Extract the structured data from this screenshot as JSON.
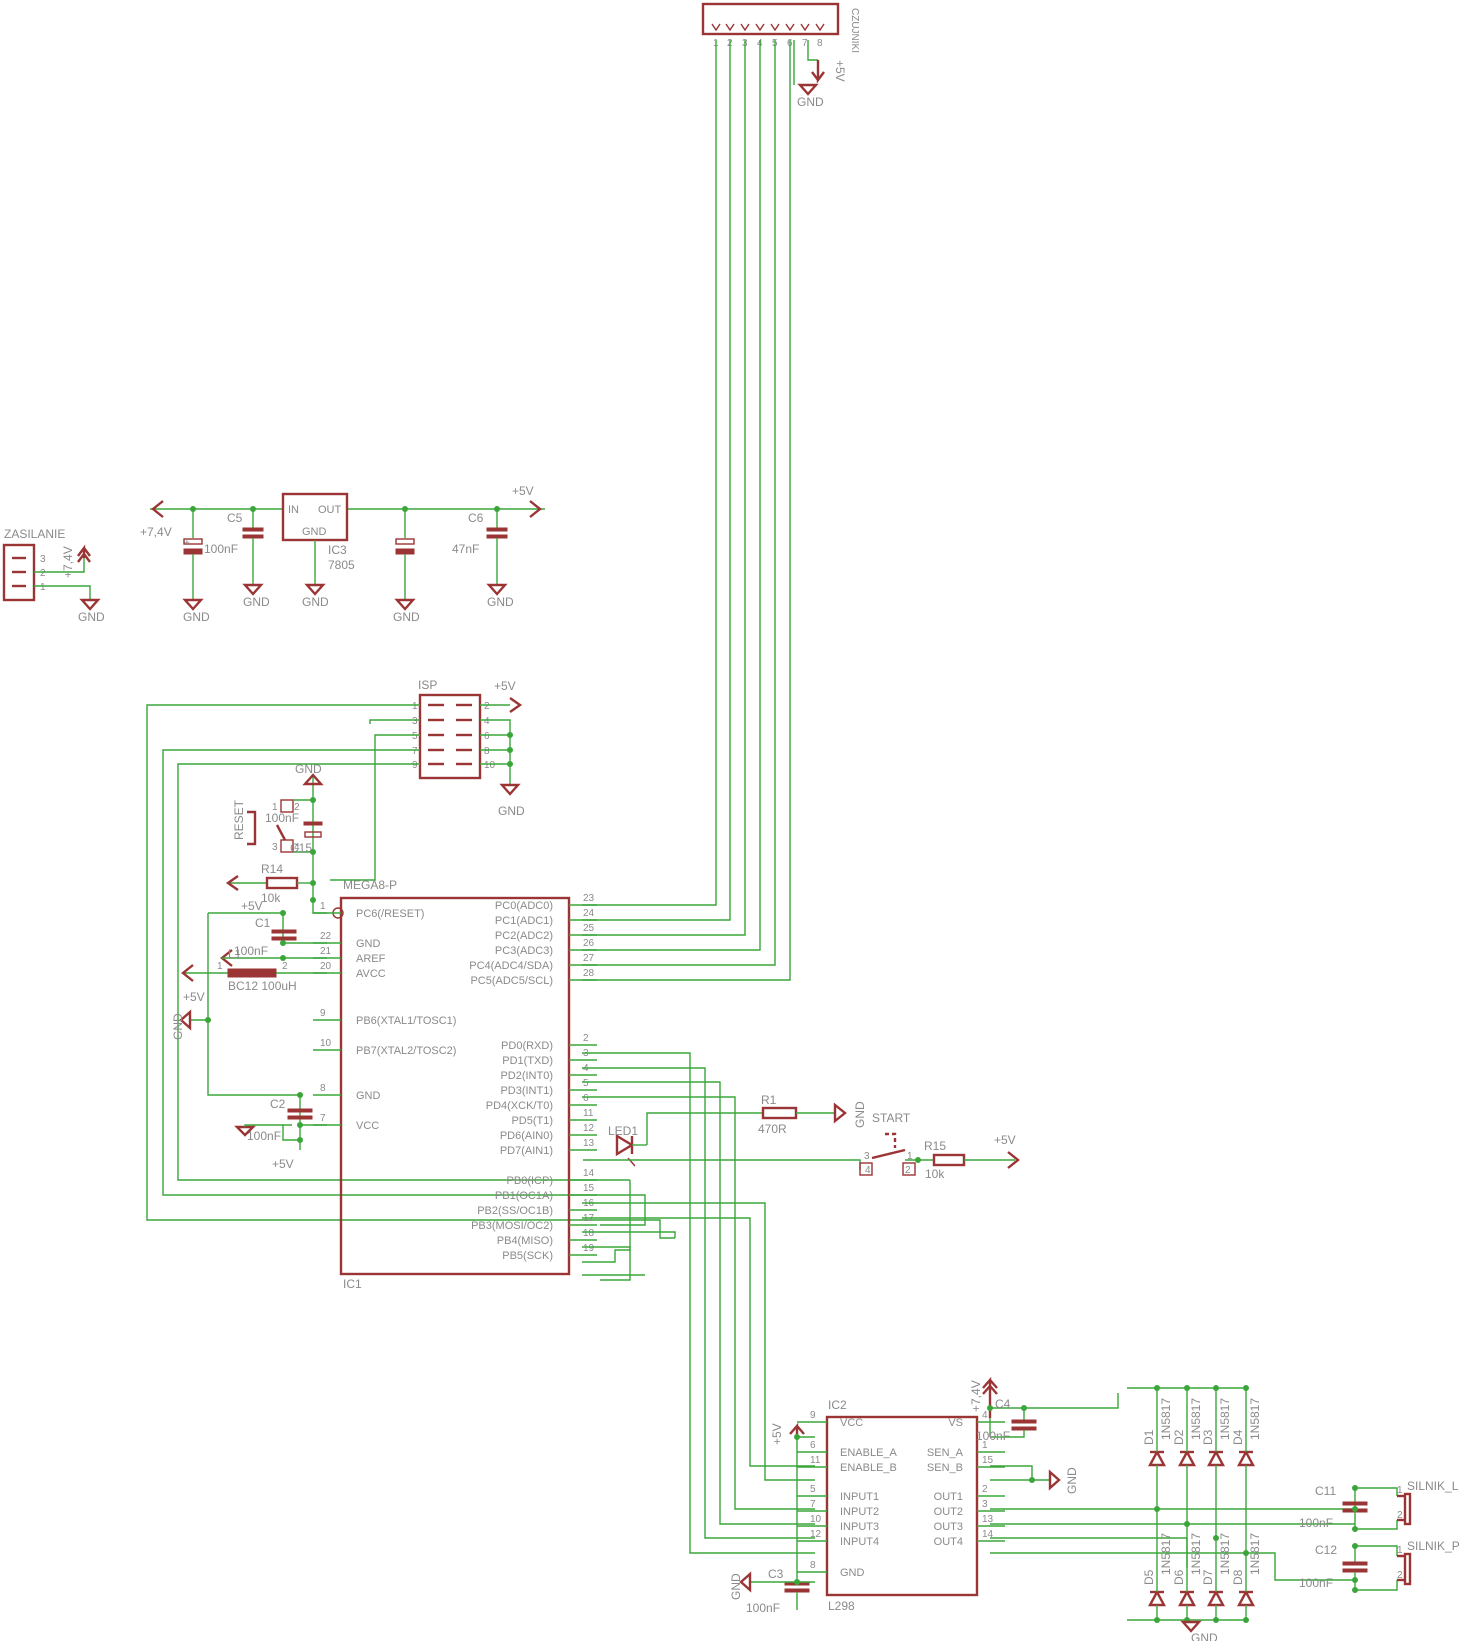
{
  "ic1": {
    "type": "MEGA8-P",
    "name": "IC1",
    "left_pins": [
      {
        "num": "1",
        "name": "PC6(/RESET)"
      },
      {
        "num": "22",
        "name": "GND"
      },
      {
        "num": "21",
        "name": "AREF"
      },
      {
        "num": "20",
        "name": "AVCC"
      },
      {
        "num": "9",
        "name": "PB6(XTAL1/TOSC1)"
      },
      {
        "num": "10",
        "name": "PB7(XTAL2/TOSC2)"
      },
      {
        "num": "8",
        "name": "GND"
      },
      {
        "num": "7",
        "name": "VCC"
      }
    ],
    "right_pins": [
      {
        "num": "23",
        "name": "PC0(ADC0)"
      },
      {
        "num": "24",
        "name": "PC1(ADC1)"
      },
      {
        "num": "25",
        "name": "PC2(ADC2)"
      },
      {
        "num": "26",
        "name": "PC3(ADC3)"
      },
      {
        "num": "27",
        "name": "PC4(ADC4/SDA)"
      },
      {
        "num": "28",
        "name": "PC5(ADC5/SCL)"
      },
      {
        "num": "2",
        "name": "PD0(RXD)"
      },
      {
        "num": "3",
        "name": "PD1(TXD)"
      },
      {
        "num": "4",
        "name": "PD2(INT0)"
      },
      {
        "num": "5",
        "name": "PD3(INT1)"
      },
      {
        "num": "6",
        "name": "PD4(XCK/T0)"
      },
      {
        "num": "11",
        "name": "PD5(T1)"
      },
      {
        "num": "12",
        "name": "PD6(AIN0)"
      },
      {
        "num": "13",
        "name": "PD7(AIN1)"
      },
      {
        "num": "14",
        "name": "PB0(ICP)"
      },
      {
        "num": "15",
        "name": "PB1(OC1A)"
      },
      {
        "num": "16",
        "name": "PB2(SS/OC1B)"
      },
      {
        "num": "17",
        "name": "PB3(MOSI/OC2)"
      },
      {
        "num": "18",
        "name": "PB4(MISO)"
      },
      {
        "num": "19",
        "name": "PB5(SCK)"
      }
    ]
  },
  "ic2": {
    "type": "L298",
    "name": "IC2",
    "left_pins": [
      {
        "num": "9",
        "name": "VCC"
      },
      {
        "num": "6",
        "name": "ENABLE_A"
      },
      {
        "num": "11",
        "name": "ENABLE_B"
      },
      {
        "num": "5",
        "name": "INPUT1"
      },
      {
        "num": "7",
        "name": "INPUT2"
      },
      {
        "num": "10",
        "name": "INPUT3"
      },
      {
        "num": "12",
        "name": "INPUT4"
      },
      {
        "num": "8",
        "name": "GND"
      }
    ],
    "right_pins": [
      {
        "num": "4",
        "name": "VS"
      },
      {
        "num": "1",
        "name": "SEN_A"
      },
      {
        "num": "15",
        "name": "SEN_B"
      },
      {
        "num": "2",
        "name": "OUT1"
      },
      {
        "num": "3",
        "name": "OUT2"
      },
      {
        "num": "13",
        "name": "OUT3"
      },
      {
        "num": "14",
        "name": "OUT4"
      }
    ]
  },
  "ic3": {
    "name": "IC3",
    "type": "7805",
    "in": "IN",
    "out": "OUT",
    "gnd": "GND"
  },
  "isp": {
    "name": "ISP",
    "pins_left": [
      "1",
      "3",
      "5",
      "7",
      "9"
    ],
    "pins_right": [
      "2",
      "4",
      "6",
      "8",
      "10"
    ]
  },
  "connector_top": {
    "name": "CZUJNIKI",
    "pins": [
      "1",
      "2",
      "3",
      "4",
      "5",
      "6",
      "7",
      "8"
    ]
  },
  "zasilanie": {
    "name": "ZASILANIE",
    "pins": [
      "3",
      "2",
      "1"
    ],
    "net": "+7,4V"
  },
  "silnik_l": {
    "name": "SILNIK_L",
    "pins": [
      "1",
      "2"
    ]
  },
  "silnik_p": {
    "name": "SILNIK_P",
    "pins": [
      "1",
      "2"
    ]
  },
  "labels": {
    "gnd": "GND",
    "p5v": "+5V",
    "p74v": "+7,4V",
    "c5_val": "100nF",
    "c5": "C5",
    "c6": "C6",
    "c6_val": "47nF",
    "c1": "C1",
    "c1_val": "100nF",
    "c2": "C2",
    "c2_val": "100nF",
    "c3": "C3",
    "c3_val": "100nF",
    "c4": "C4",
    "c4_val": "100nF",
    "c11": "C11",
    "c11_val": "100nF",
    "c12": "C12",
    "c12_val": "100nF",
    "r14": "R14",
    "r14_val": "10k",
    "r1": "R1",
    "r1_val": "470R",
    "r15": "R15",
    "r15_val": "10k",
    "reset": "RESET",
    "reset_cap": "100nF",
    "reset_pins": [
      "1",
      "2",
      "3",
      "4"
    ],
    "ecap": "C15",
    "led1": "LED1",
    "start": "START",
    "start_pins": [
      "1",
      "2",
      "3",
      "4"
    ],
    "inductor_ref": "L1",
    "inductor": "BC12 100uH",
    "inductor_pins": [
      "1",
      "2"
    ],
    "diode_type": "1N5817",
    "diodes_top": [
      "D1",
      "D2",
      "D3",
      "D4"
    ],
    "diodes_bot": [
      "D5",
      "D6",
      "D7",
      "D8"
    ]
  }
}
